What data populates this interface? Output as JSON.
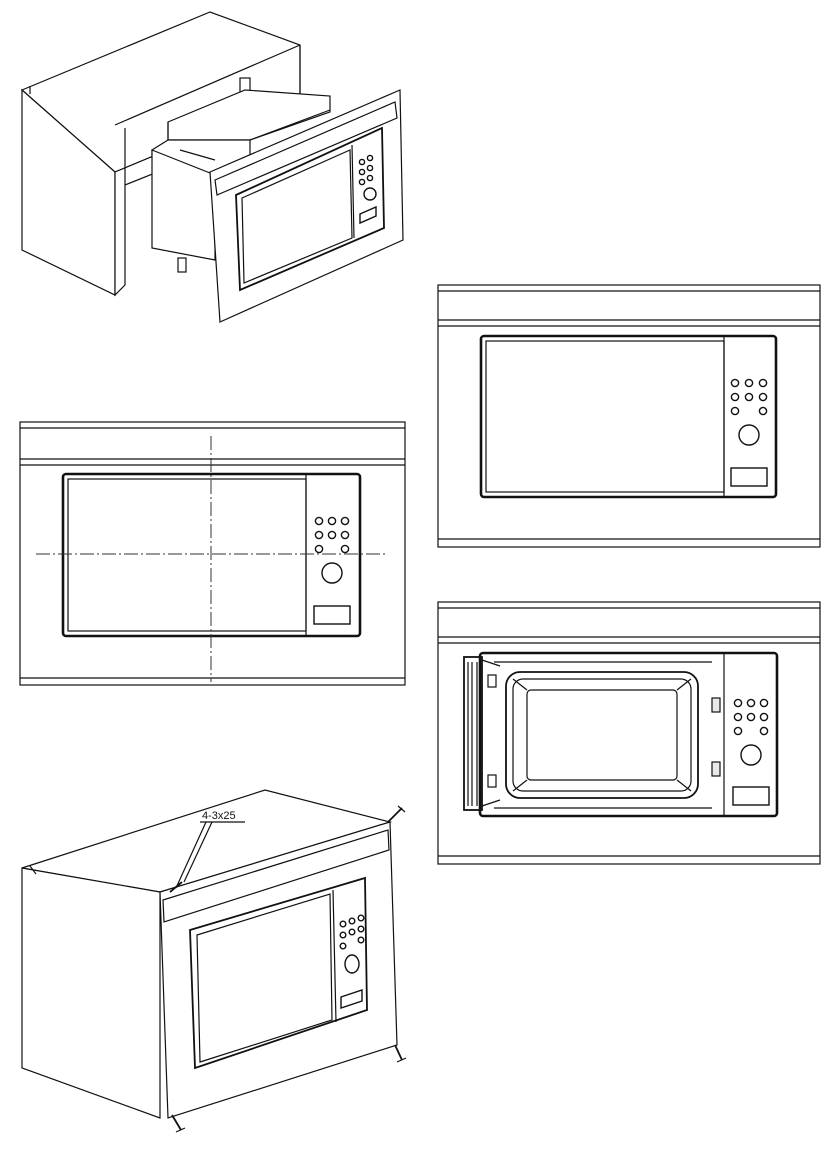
{
  "figures": [
    {
      "id": "step-1",
      "kind": "insert-into-cabinet"
    },
    {
      "id": "step-2",
      "kind": "front-view-closed"
    },
    {
      "id": "step-3",
      "kind": "front-view-centerlines"
    },
    {
      "id": "step-4",
      "kind": "front-view-door-open"
    },
    {
      "id": "step-5",
      "kind": "screw-fixing"
    }
  ],
  "annotations": {
    "screw_spec": "4-3x25"
  },
  "colors": {
    "line": "#111111",
    "background": "#ffffff"
  }
}
